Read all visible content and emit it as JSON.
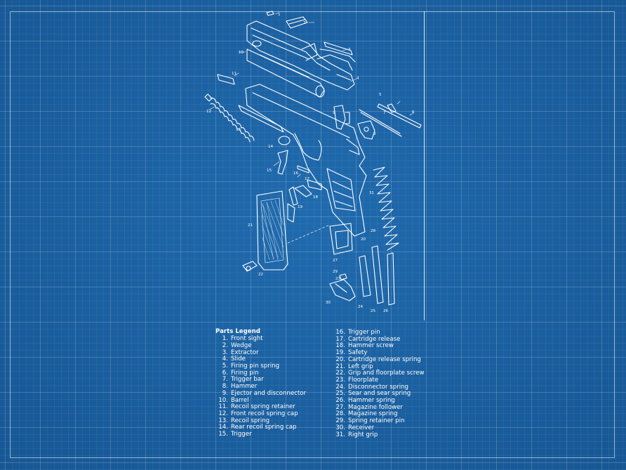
{
  "legend": {
    "title": "Parts Legend",
    "column1": [
      {
        "num": "1.",
        "label": "Front sight"
      },
      {
        "num": "2.",
        "label": "Wedge"
      },
      {
        "num": "3.",
        "label": "Extractor"
      },
      {
        "num": "4.",
        "label": "Slide"
      },
      {
        "num": "5.",
        "label": "Firing pin spring"
      },
      {
        "num": "6.",
        "label": "Firing pin"
      },
      {
        "num": "7.",
        "label": "Trigger bar"
      },
      {
        "num": "8.",
        "label": "Hammer"
      },
      {
        "num": "9.",
        "label": "Ejector and disconnector"
      },
      {
        "num": "10.",
        "label": "Barrel"
      },
      {
        "num": "11.",
        "label": "Recoil spring retainer"
      },
      {
        "num": "12.",
        "label": "Front recoil spring cap"
      },
      {
        "num": "13.",
        "label": "Recoil spring"
      },
      {
        "num": "14.",
        "label": "Rear recoil spring cap"
      },
      {
        "num": "15.",
        "label": "Trigger"
      }
    ],
    "column2": [
      {
        "num": "16.",
        "label": "Trigger pin"
      },
      {
        "num": "17.",
        "label": "Cartridge release"
      },
      {
        "num": "18.",
        "label": "Hammer screw"
      },
      {
        "num": "19.",
        "label": "Safety"
      },
      {
        "num": "20.",
        "label": "Cartridge release spring"
      },
      {
        "num": "21.",
        "label": "Left grip"
      },
      {
        "num": "22.",
        "label": "Grip and floorplate screw"
      },
      {
        "num": "23.",
        "label": "Floorplate"
      },
      {
        "num": "24.",
        "label": "Disconnector spring"
      },
      {
        "num": "25.",
        "label": "Sear and sear spring"
      },
      {
        "num": "26.",
        "label": "Hammer spring"
      },
      {
        "num": "27.",
        "label": "Magazine follower"
      },
      {
        "num": "28.",
        "label": "Magazine  spring"
      },
      {
        "num": "29.",
        "label": "Spring retainer pin"
      },
      {
        "num": "30.",
        "label": "Receiver"
      },
      {
        "num": "31.",
        "label": "Right  grip"
      }
    ]
  },
  "callouts": [
    "1",
    "2",
    "3",
    "4",
    "5",
    "6",
    "7",
    "8",
    "9",
    "10",
    "11",
    "12",
    "13",
    "14",
    "15",
    "16",
    "17",
    "18",
    "19",
    "20",
    "21",
    "22",
    "23",
    "24",
    "25",
    "26",
    "27",
    "28",
    "29",
    "30",
    "31"
  ],
  "colors": {
    "background": "#1b63a5",
    "line": "#ffffff"
  }
}
